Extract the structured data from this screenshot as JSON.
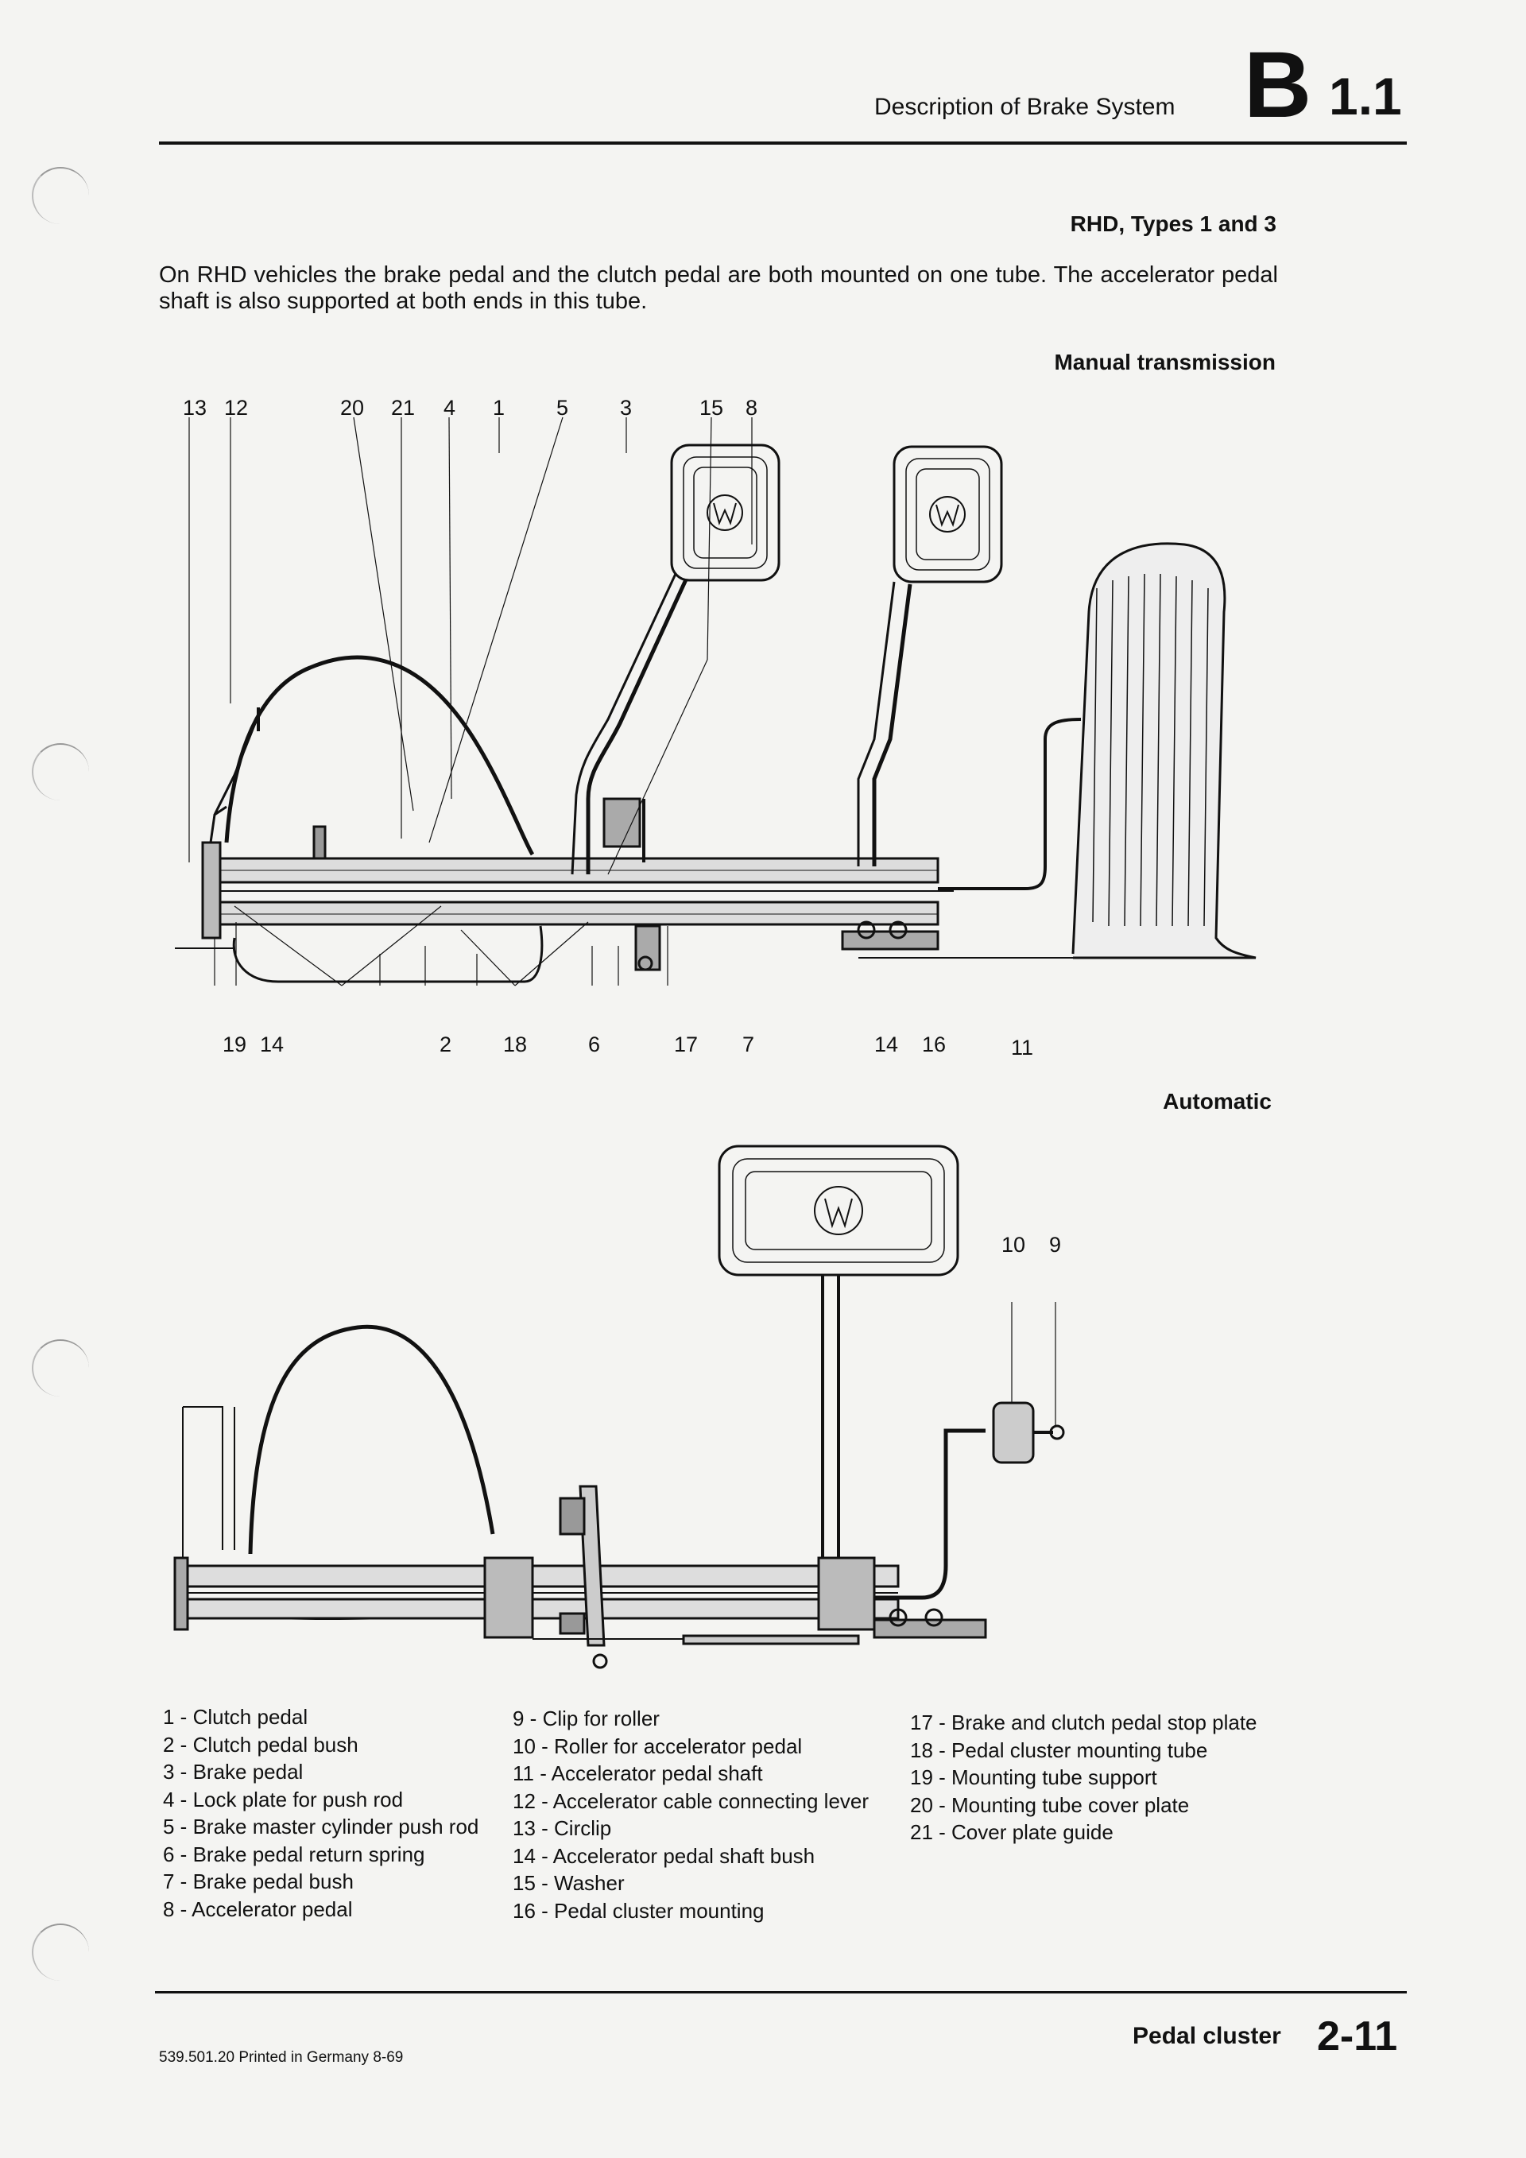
{
  "header": {
    "title": "Description of Brake System",
    "section_letter": "B",
    "section_number": "1.1"
  },
  "subtitle": "RHD, Types 1 and 3",
  "intro": "On RHD vehicles the brake pedal and the clutch pedal are both mounted on one tube. The accelerator pedal shaft is also supported at both ends in this tube.",
  "figure1": {
    "caption": "Manual transmission",
    "callouts_top": [
      "13",
      "12",
      "20",
      "21",
      "4",
      "1",
      "5",
      "3",
      "15",
      "8"
    ],
    "callouts_bottom": [
      "19",
      "14",
      "2",
      "18",
      "6",
      "17",
      "7",
      "14",
      "16",
      "11"
    ]
  },
  "figure2": {
    "caption": "Automatic",
    "callouts_top": [
      "10",
      "9"
    ]
  },
  "legend": {
    "col1": [
      "1 - Clutch pedal",
      "2 - Clutch pedal bush",
      "3 - Brake pedal",
      "4 - Lock plate for push rod",
      "5 - Brake master cylinder push rod",
      "6 - Brake pedal return spring",
      "7 - Brake pedal bush",
      "8 - Accelerator pedal"
    ],
    "col2": [
      "9 - Clip for roller",
      "10 - Roller for accelerator pedal",
      "11 - Accelerator pedal shaft",
      "12 - Accelerator cable connecting lever",
      "13 - Circlip",
      "14 - Accelerator pedal shaft bush",
      "15 - Washer",
      "16 - Pedal cluster mounting"
    ],
    "col3": [
      "17 - Brake and clutch pedal stop plate",
      "18 - Pedal cluster mounting tube",
      "19 - Mounting tube support",
      "20 - Mounting tube cover plate",
      "21 - Cover plate guide"
    ]
  },
  "footer": {
    "print_info": "539.501.20  Printed in Germany   8-69",
    "section_name": "Pedal cluster",
    "page": "2-11"
  }
}
